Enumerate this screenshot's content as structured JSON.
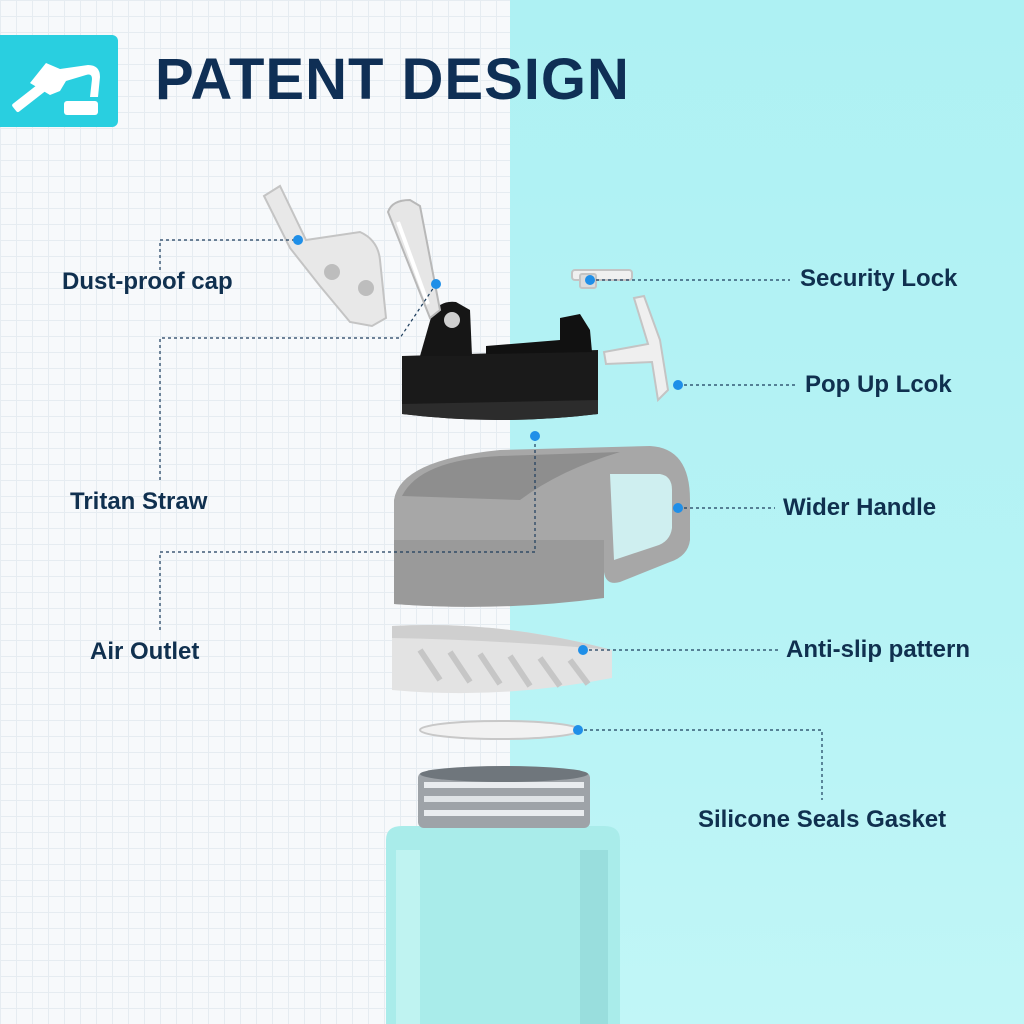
{
  "header": {
    "title": "PATENT DESIGN",
    "icon": "bottle-cap-icon"
  },
  "labels": {
    "dust_proof_cap": "Dust-proof cap",
    "tritan_straw": "Tritan Straw",
    "air_outlet": "Air Outlet",
    "security_lock": "Security Lock",
    "pop_up_lock": "Pop Up Lcok",
    "wider_handle": "Wider Handle",
    "anti_slip_pattern": "Anti-slip pattern",
    "silicone_seals_gasket": "Silicone Seals Gasket"
  },
  "colors": {
    "title": "#0f2f55",
    "accent": "#29cfe0",
    "bottle": "#a9ecea",
    "lid_black": "#1a1a1a",
    "handle_grey": "#a3a3a3",
    "callout_dot": "#1f8fe8"
  }
}
